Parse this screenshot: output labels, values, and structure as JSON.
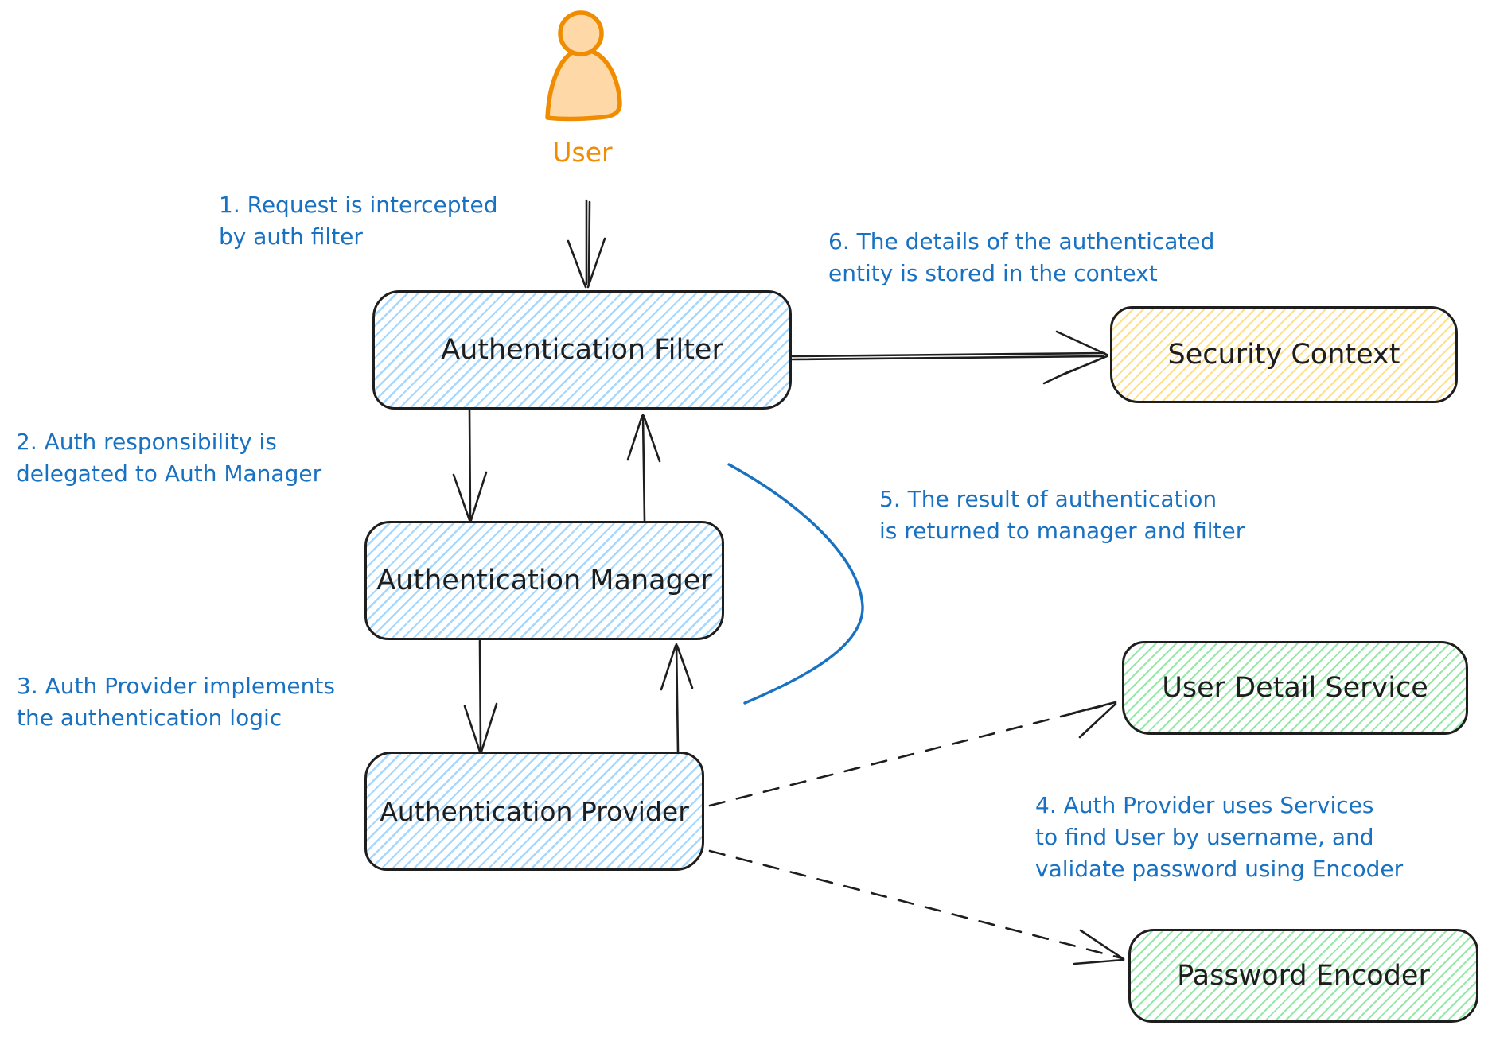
{
  "user": {
    "label": "User"
  },
  "nodes": {
    "filter": {
      "label": "Authentication Filter"
    },
    "security_context": {
      "label": "Security Context"
    },
    "manager": {
      "label": "Authentication Manager"
    },
    "provider": {
      "label": "Authentication Provider"
    },
    "user_detail_service": {
      "label": "User Detail Service"
    },
    "password_encoder": {
      "label": "Password Encoder"
    }
  },
  "annotations": {
    "a1": {
      "line1": "1. Request is intercepted",
      "line2": "by auth filter"
    },
    "a2": {
      "line1": "2. Auth responsibility is",
      "line2": "delegated to Auth Manager"
    },
    "a3": {
      "line1": "3. Auth Provider implements",
      "line2": "the authentication logic"
    },
    "a4": {
      "line1": "4. Auth Provider uses Services",
      "line2": "to find User by username, and",
      "line3": "validate password using Encoder"
    },
    "a5": {
      "line1": "5. The result of authentication",
      "line2": "is returned to manager and filter"
    },
    "a6": {
      "line1": "6. The details of the authenticated",
      "line2": "entity is stored in the context"
    }
  },
  "colors": {
    "annotation_blue": "#1971c2",
    "stroke_black": "#1e1e1e",
    "user_orange": "#f08c00",
    "user_orange_fill": "#ffd8a8",
    "hatch_blue": "#a5d8ff",
    "hatch_yellow": "#ffe08a",
    "hatch_green": "#96e8a9"
  }
}
